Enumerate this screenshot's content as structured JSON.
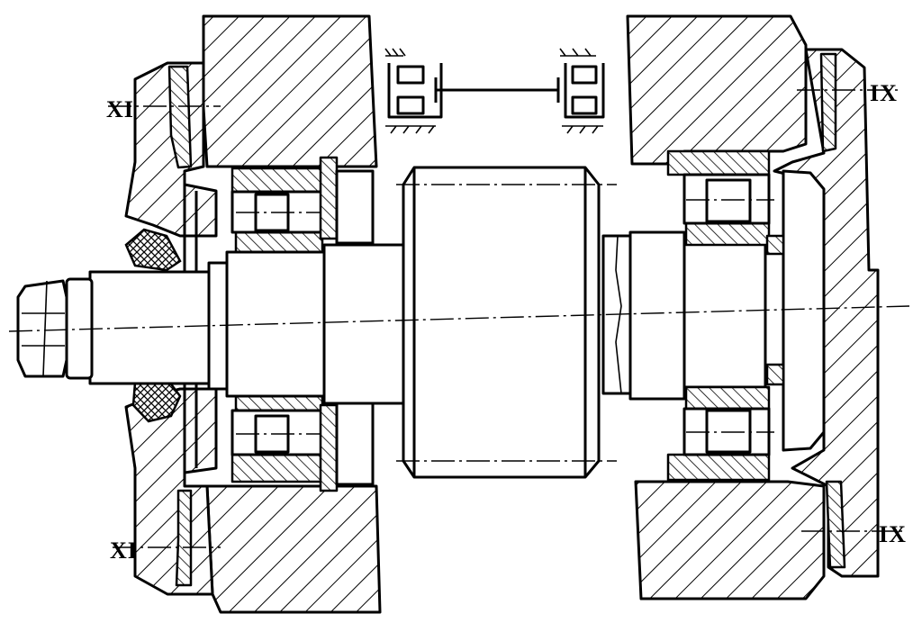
{
  "section_marks": {
    "upper_left": "XI",
    "lower_left": "XI",
    "upper_right": "IX",
    "lower_right": "IX"
  },
  "colors": {
    "ink": "#000000",
    "paper": "#ffffff"
  }
}
